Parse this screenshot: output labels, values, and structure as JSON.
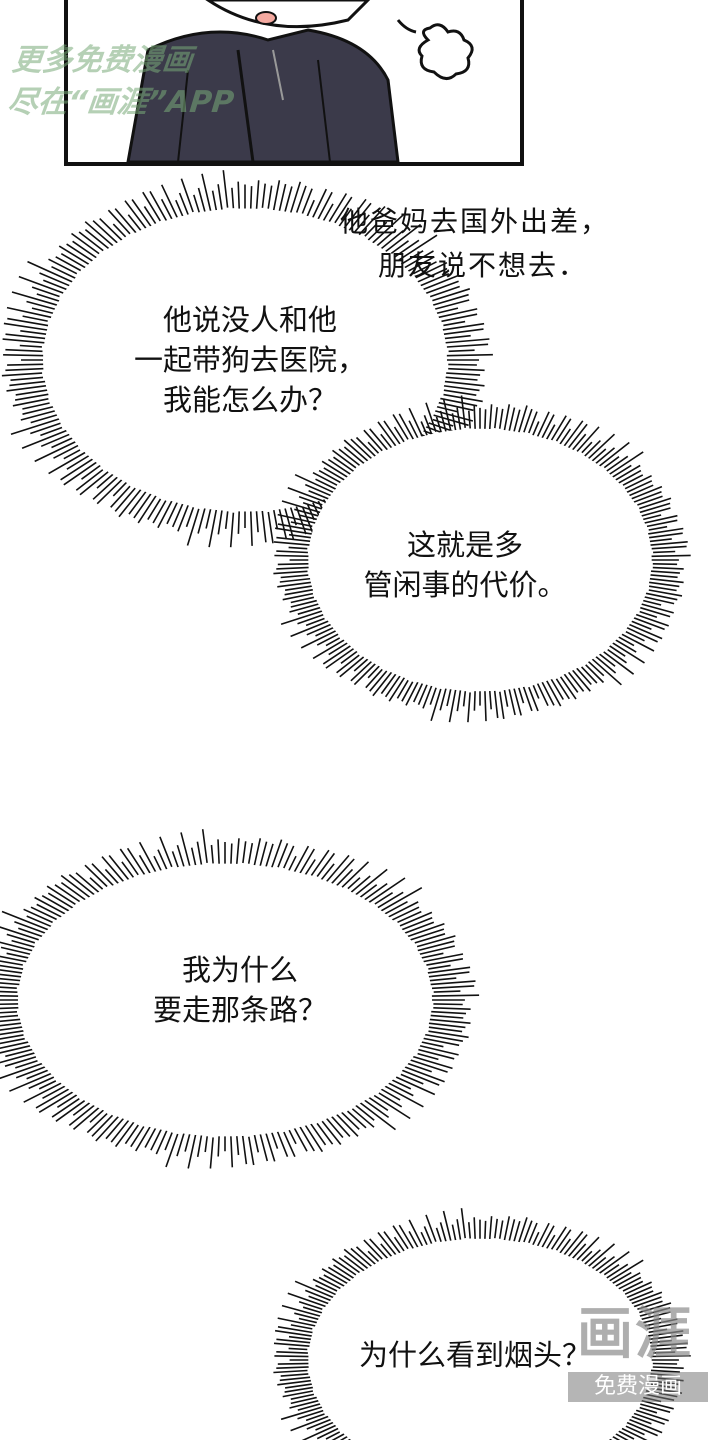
{
  "top_panel": {
    "watermark_lines": [
      "更多免费漫画",
      "尽在“画涯”APP"
    ]
  },
  "narration": {
    "lines": [
      "他爸妈去国外出差，",
      "朋友说不想去．"
    ]
  },
  "bubbles": [
    {
      "id": "b1",
      "lines": [
        "他说没人和他",
        "一起带狗去医院，",
        "我能怎么办？"
      ]
    },
    {
      "id": "b2",
      "lines": [
        "这就是多",
        "管闲事的代价。"
      ]
    },
    {
      "id": "b3",
      "lines": [
        "我为什么",
        "要走那条路？"
      ]
    },
    {
      "id": "b4",
      "lines": [
        "为什么看到烟头？"
      ]
    }
  ],
  "logo": {
    "mark": "画涯",
    "subtitle": "免费漫画"
  },
  "colors": {
    "ink": "#111111",
    "jacket": "#3b3a4a",
    "watermark_green": "#7fb07f"
  }
}
